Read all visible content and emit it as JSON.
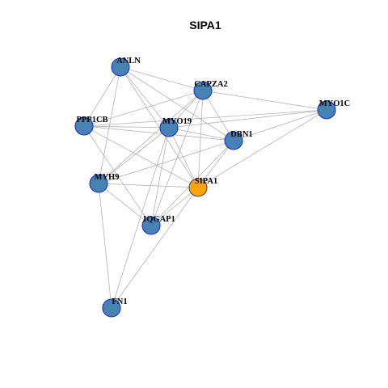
{
  "title": "SIPA1",
  "colors": {
    "node_fill": "#4682b4",
    "node_stroke": "#1f2fbf",
    "focus_fill": "#ffa500",
    "focus_stroke": "#4a4a4a",
    "edge": "#b3b3b3"
  },
  "nodes": [
    {
      "id": "ANLN",
      "label": "ANLN",
      "focus": false
    },
    {
      "id": "CAPZA2",
      "label": "CAPZA2",
      "focus": false
    },
    {
      "id": "MYO1C",
      "label": "MYO1C",
      "focus": false
    },
    {
      "id": "PPP1CB",
      "label": "PPP1CB",
      "focus": false
    },
    {
      "id": "MYO19",
      "label": "MYO19",
      "focus": false
    },
    {
      "id": "DBN1",
      "label": "DBN1",
      "focus": false
    },
    {
      "id": "MYH9",
      "label": "MYH9",
      "focus": false
    },
    {
      "id": "SIPA1",
      "label": "SIPA1",
      "focus": true
    },
    {
      "id": "IQGAP1",
      "label": "IQGAP1",
      "focus": false
    },
    {
      "id": "FN1",
      "label": "FN1",
      "focus": false
    }
  ],
  "edges": [
    [
      "ANLN",
      "CAPZA2"
    ],
    [
      "ANLN",
      "MYO19"
    ],
    [
      "ANLN",
      "DBN1"
    ],
    [
      "ANLN",
      "SIPA1"
    ],
    [
      "ANLN",
      "PPP1CB"
    ],
    [
      "ANLN",
      "MYH9"
    ],
    [
      "CAPZA2",
      "MYO1C"
    ],
    [
      "CAPZA2",
      "PPP1CB"
    ],
    [
      "CAPZA2",
      "MYO19"
    ],
    [
      "CAPZA2",
      "DBN1"
    ],
    [
      "CAPZA2",
      "SIPA1"
    ],
    [
      "CAPZA2",
      "MYH9"
    ],
    [
      "CAPZA2",
      "IQGAP1"
    ],
    [
      "MYO1C",
      "MYO19"
    ],
    [
      "MYO1C",
      "DBN1"
    ],
    [
      "MYO1C",
      "SIPA1"
    ],
    [
      "MYO1C",
      "PPP1CB"
    ],
    [
      "PPP1CB",
      "MYO19"
    ],
    [
      "PPP1CB",
      "DBN1"
    ],
    [
      "PPP1CB",
      "SIPA1"
    ],
    [
      "PPP1CB",
      "IQGAP1"
    ],
    [
      "MYO19",
      "DBN1"
    ],
    [
      "MYO19",
      "SIPA1"
    ],
    [
      "MYO19",
      "MYH9"
    ],
    [
      "MYO19",
      "IQGAP1"
    ],
    [
      "MYO19",
      "FN1"
    ],
    [
      "DBN1",
      "MYH9"
    ],
    [
      "DBN1",
      "SIPA1"
    ],
    [
      "DBN1",
      "IQGAP1"
    ],
    [
      "MYH9",
      "SIPA1"
    ],
    [
      "MYH9",
      "IQGAP1"
    ],
    [
      "MYH9",
      "FN1"
    ],
    [
      "SIPA1",
      "IQGAP1"
    ],
    [
      "SIPA1",
      "FN1"
    ]
  ]
}
